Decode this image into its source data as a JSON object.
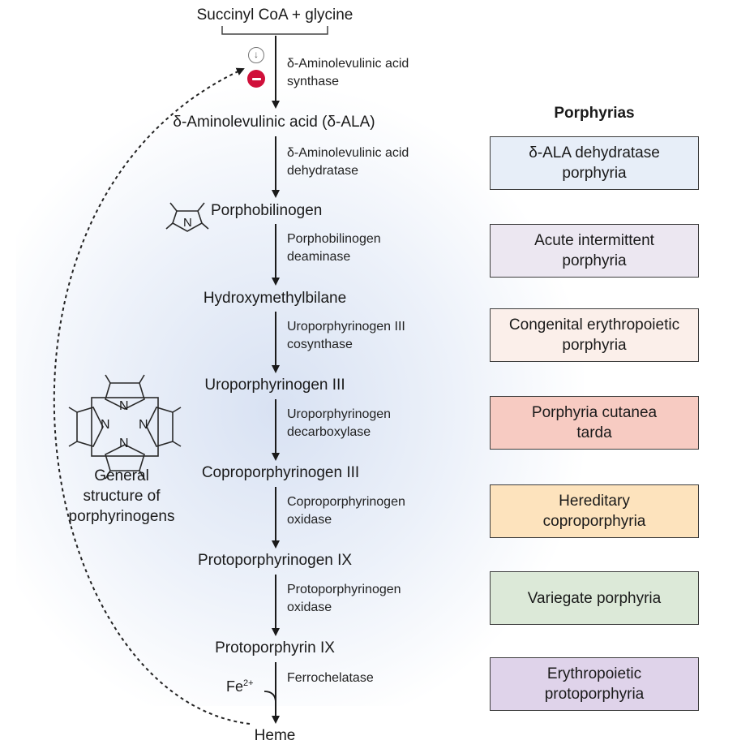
{
  "pathway": {
    "substrates": "Succinyl CoA + glycine",
    "compounds": [
      "δ-Aminolevulinic acid (δ-ALA)",
      "Porphobilinogen",
      "Hydroxymethylbilane",
      "Uroporphyrinogen III",
      "Coproporphyrinogen III",
      "Protoporphyrinogen IX",
      "Protoporphyrin IX",
      "Heme"
    ],
    "enzymes": [
      [
        "δ-Aminolevulinic acid",
        "synthase"
      ],
      [
        "δ-Aminolevulinic acid",
        "dehydratase"
      ],
      [
        "Porphobilinogen",
        "deaminase"
      ],
      [
        "Uroporphyrinogen III",
        "cosynthase"
      ],
      [
        "Uroporphyrinogen",
        "decarboxylase"
      ],
      [
        "Coproporphyrinogen",
        "oxidase"
      ],
      [
        "Protoporphyrinogen",
        "oxidase"
      ],
      [
        "Ferrochelatase"
      ]
    ],
    "iron": "Fe",
    "iron_charge": "2+",
    "feedback_icons": [
      "down-arrow-icon",
      "inhibition-icon"
    ]
  },
  "structure_caption": [
    "General",
    "structure of",
    "porphyrinogens"
  ],
  "structure_atom": "N",
  "porphyrias": {
    "header": "Porphyrias",
    "items": [
      {
        "lines": [
          "δ-ALA dehydratase",
          "porphyria"
        ],
        "color": "#e7eef8"
      },
      {
        "lines": [
          "Acute intermittent",
          "porphyria"
        ],
        "color": "#ece7f1"
      },
      {
        "lines": [
          "Congenital erythropoietic",
          "porphyria"
        ],
        "color": "#fbefea"
      },
      {
        "lines": [
          "Porphyria cutanea",
          "tarda"
        ],
        "color": "#f7cbc2"
      },
      {
        "lines": [
          "Hereditary",
          "coproporphyria"
        ],
        "color": "#fde3bd"
      },
      {
        "lines": [
          "Variegate porphyria"
        ],
        "color": "#dce9d8"
      },
      {
        "lines": [
          "Erythropoietic",
          "protoporphyria"
        ],
        "color": "#dfd3ea"
      }
    ]
  },
  "colors": {
    "inhibition": "#d0103a",
    "arrow": "#1a1a1a"
  }
}
